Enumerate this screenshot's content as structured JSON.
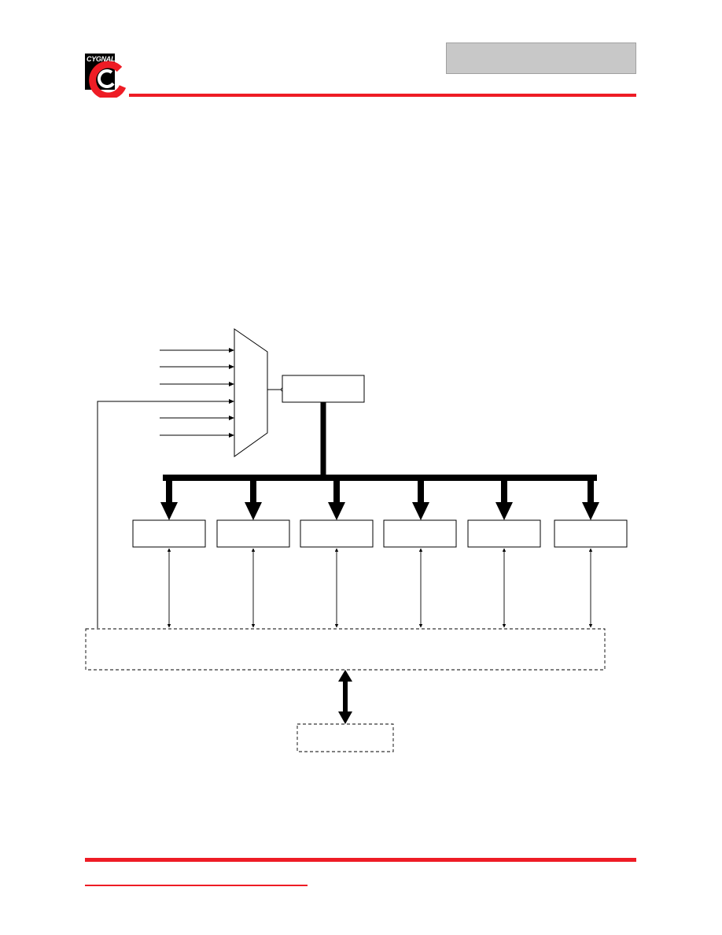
{
  "brand": {
    "logo_text": "CYGNAL",
    "colors": {
      "rule_red": "#ee1c25",
      "logo_black": "#000000",
      "header_box_gray": "#c8c8c8"
    }
  },
  "diagram": {
    "mux_input_count": 6,
    "feedback_input_index": 4,
    "output_block_count": 6
  }
}
